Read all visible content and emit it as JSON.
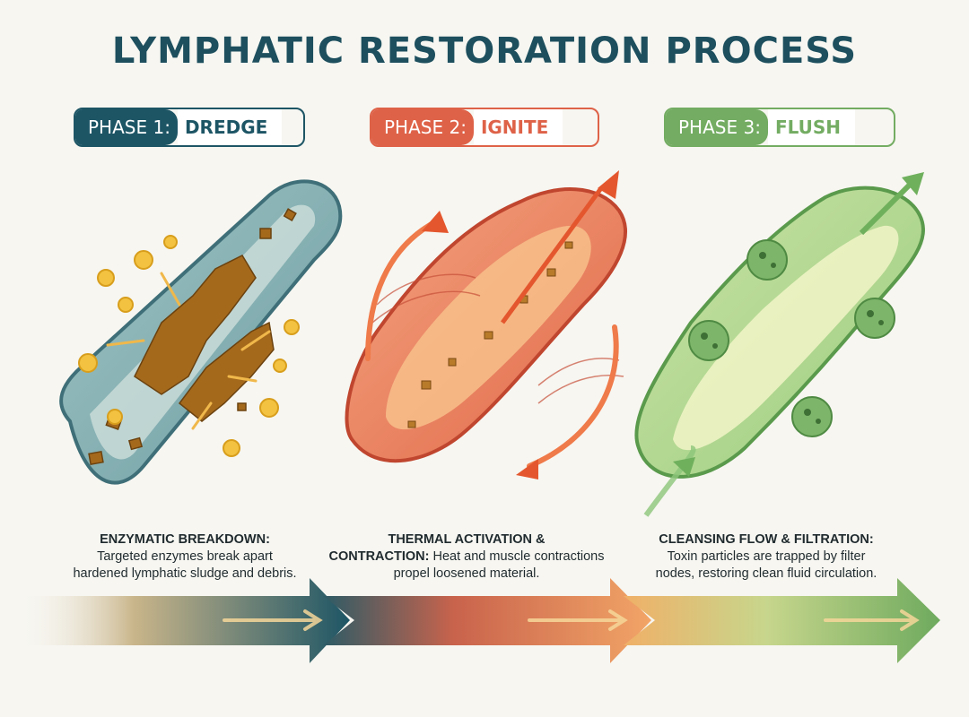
{
  "title": "LYMPHATIC RESTORATION PROCESS",
  "phases": [
    {
      "prefix": "PHASE 1:",
      "name": "DREDGE",
      "color": "#1d5565",
      "caption_heading": "ENZYMATIC BREAKDOWN:",
      "caption_body": "Targeted enzymes break apart\nhardened lymphatic sludge and debris."
    },
    {
      "prefix": "PHASE 2:",
      "name": "IGNITE",
      "color": "#de6248",
      "caption_heading": "THERMAL ACTIVATION &\nCONTRACTION:",
      "caption_body": "Heat and muscle contractions propel loosened material."
    },
    {
      "prefix": "PHASE 3:",
      "name": "FLUSH",
      "color": "#73ac62",
      "caption_heading": "CLEANSING FLOW & FILTRATION:",
      "caption_body": "Toxin particles are trapped by filter\nnodes, restoring clean fluid circulation."
    }
  ],
  "colors": {
    "title": "#1d4f5e",
    "teal": "#1d5565",
    "orange": "#de6248",
    "green": "#73ac62",
    "gold": "#e8b93a"
  }
}
